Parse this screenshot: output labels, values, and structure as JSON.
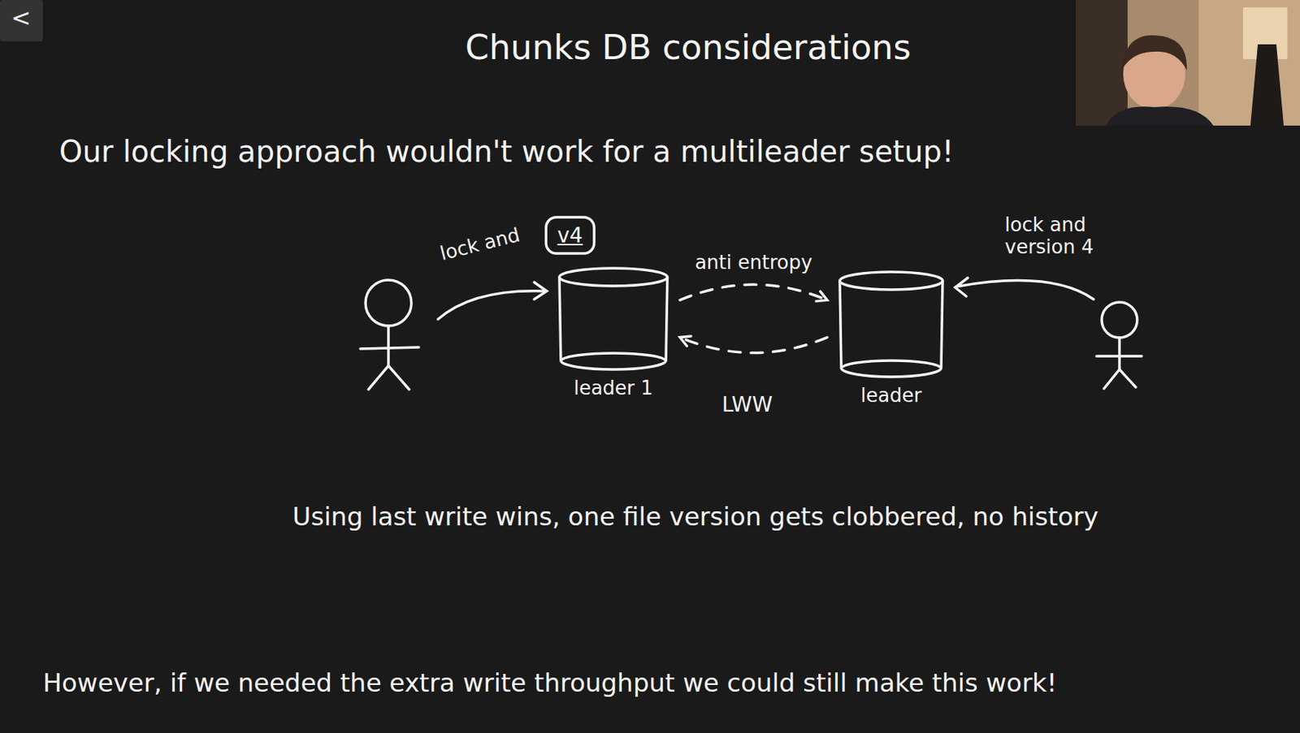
{
  "diagram": {
    "title": "Chunks DB considerations",
    "nodes": [
      {
        "text": [
          "v4"
        ]
      },
      {
        "text": [
          "leader 1"
        ]
      },
      {
        "text": [
          "leader"
        ]
      }
    ],
    "edges": [
      {
        "from": 1,
        "to": 2,
        "arrow": "both",
        "label": "anti entropy"
      }
    ],
    "labels": [
      "<",
      "Our locking approach wouldn't work for a multileader setup!",
      "lock and",
      "lock and version 4",
      "LWW",
      "Using last write wins, one file version gets clobbered, no history",
      "However, if we needed the extra write throughput we could still make this work!"
    ]
  }
}
